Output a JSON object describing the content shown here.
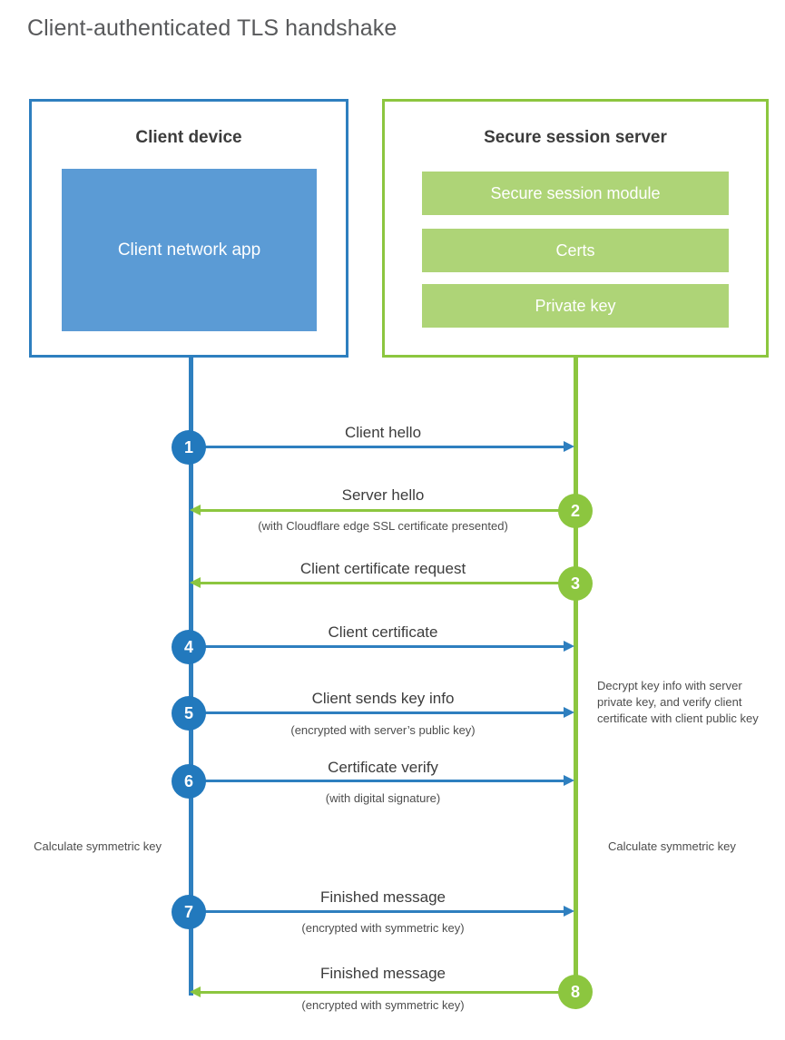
{
  "page": {
    "title": "Client-authenticated TLS handshake"
  },
  "colors": {
    "client_blue": "#2e7fbf",
    "client_circle": "#2279bd",
    "client_app_fill": "#5b9bd5",
    "server_green": "#8cc63f",
    "server_bar_fill": "#aed477",
    "text": "#3c3c3c",
    "title_text": "#58595b"
  },
  "participants": {
    "client": {
      "heading": "Client device",
      "app_label": "Client network app"
    },
    "server": {
      "heading": "Secure session server",
      "components": [
        {
          "label": "Secure session module"
        },
        {
          "label": "Certs"
        },
        {
          "label": "Private key"
        }
      ]
    }
  },
  "steps": [
    {
      "number": "1",
      "label": "Client hello",
      "sublabel": "",
      "direction": "client-to-server",
      "color": "blue"
    },
    {
      "number": "2",
      "label": "Server hello",
      "sublabel": "(with Cloudflare edge SSL certificate presented)",
      "direction": "server-to-client",
      "color": "green"
    },
    {
      "number": "3",
      "label": "Client certificate request",
      "sublabel": "",
      "direction": "server-to-client",
      "color": "green"
    },
    {
      "number": "4",
      "label": "Client certificate",
      "sublabel": "",
      "direction": "client-to-server",
      "color": "blue"
    },
    {
      "number": "5",
      "label": "Client sends key info",
      "sublabel": "(encrypted with server’s public key)",
      "direction": "client-to-server",
      "color": "blue"
    },
    {
      "number": "6",
      "label": "Certificate verify",
      "sublabel": "(with digital signature)",
      "direction": "client-to-server",
      "color": "blue"
    },
    {
      "number": "7",
      "label": "Finished message",
      "sublabel": "(encrypted with symmetric key)",
      "direction": "client-to-server",
      "color": "blue"
    },
    {
      "number": "8",
      "label": "Finished message",
      "sublabel": "(encrypted with symmetric key)",
      "direction": "server-to-client",
      "color": "green"
    }
  ],
  "notes": {
    "server_decrypt": "Decrypt key info with server private key, and verify client certificate with client public key",
    "client_calculate": "Calculate symmetric key",
    "server_calculate": "Calculate symmetric key"
  }
}
